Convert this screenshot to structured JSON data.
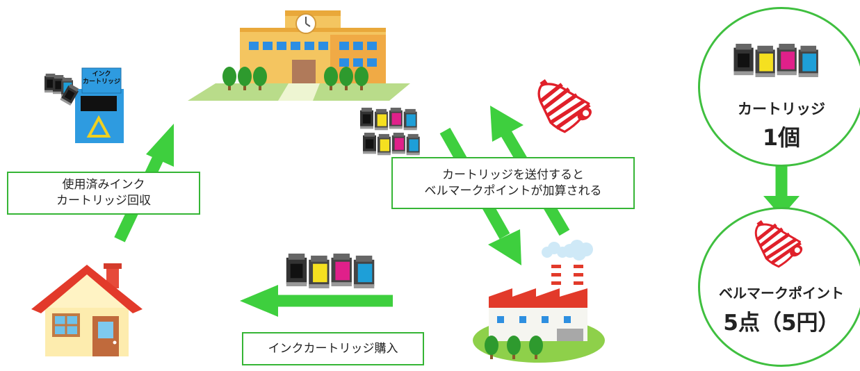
{
  "labels": {
    "collect": "使用済みインク\nカートリッジ回収",
    "send": "カートリッジを送付すると\nベルマークポイントが加算される",
    "buy": "インクカートリッジ購入",
    "box_sign": "インク\nカートリッジ"
  },
  "points": {
    "unit_label": "カートリッジ",
    "unit_count": "1個",
    "bellmark_label": "ベルマークポイント",
    "bellmark_value": "5点（5円）"
  },
  "colors": {
    "arrow": "#3ecf3e",
    "border": "#35b535",
    "bell": "#e0202a",
    "cartridge_cyan": "#1e9fd8",
    "cartridge_magenta": "#e0208a",
    "cartridge_yellow": "#f5e020",
    "cartridge_black": "#2a2a2a"
  }
}
